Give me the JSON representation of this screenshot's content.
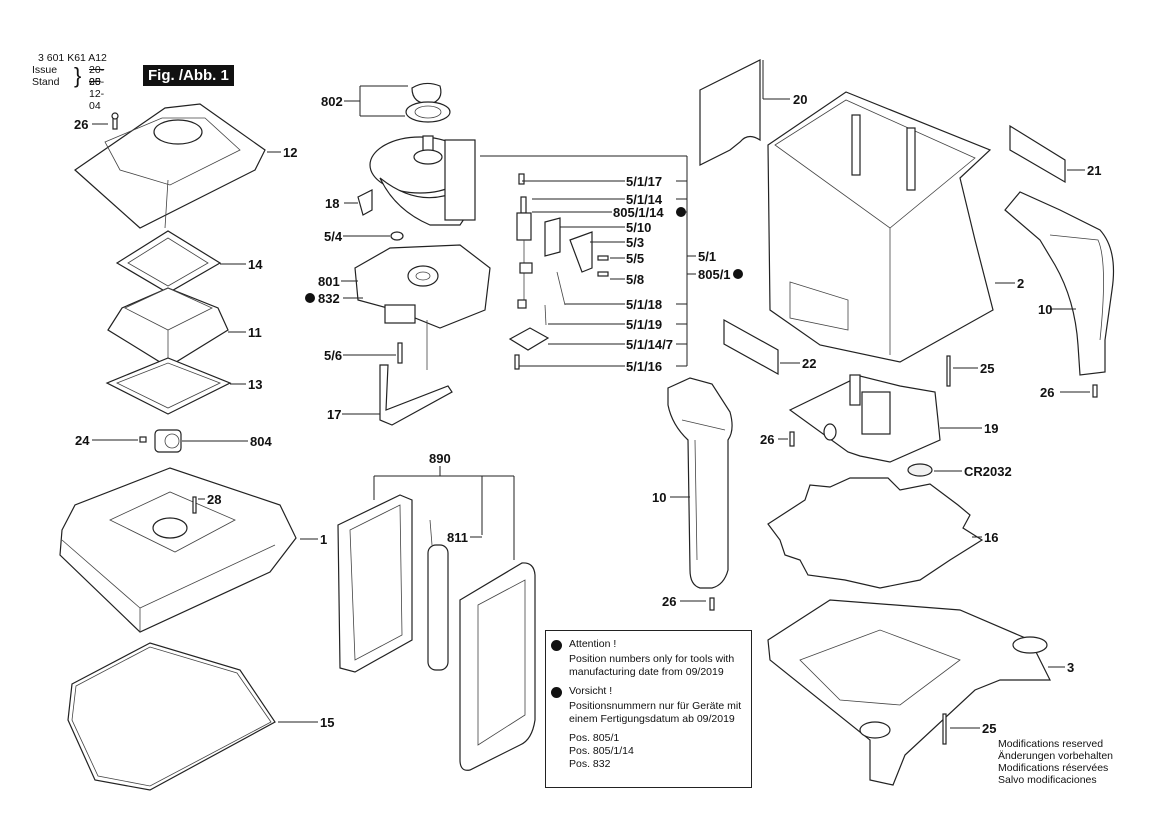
{
  "header": {
    "part_number": "3 601 K61 A12",
    "issue_label": "Issue",
    "stand_label": "Stand",
    "issue_old_date": "20-05",
    "issue_date": "20-12-04",
    "figure_label": "Fig. /Abb. 1"
  },
  "callouts": {
    "c802": "802",
    "c20": "20",
    "c26a": "26",
    "c12": "12",
    "c5_1_17": "5/1/17",
    "c5_1_14": "5/1/14",
    "c805_1_14": "805/1/14",
    "c18": "18",
    "c5_10": "5/10",
    "c5_3": "5/3",
    "c5_4": "5/4",
    "c5_5": "5/5",
    "c5_8": "5/8",
    "c5_1": "5/1",
    "c805_1": "805/1",
    "c21": "21",
    "c14": "14",
    "c801": "801",
    "c832": "832",
    "c2": "2",
    "c10a": "10",
    "c5_1_18": "5/1/18",
    "c5_1_19": "5/1/19",
    "c11": "11",
    "c5_6": "5/6",
    "c5_1_14_7": "5/1/14/7",
    "c5_1_16": "5/1/16",
    "c22": "22",
    "c25a": "25",
    "c13": "13",
    "c26b": "26",
    "c17": "17",
    "c19": "19",
    "c24": "24",
    "c804": "804",
    "c26c": "26",
    "c890": "890",
    "cCR2032": "CR2032",
    "c28": "28",
    "c10b": "10",
    "c811": "811",
    "c1": "1",
    "c16": "16",
    "c26d": "26",
    "c3": "3",
    "c15": "15",
    "c25b": "25"
  },
  "note": {
    "attention_title": "Attention !",
    "attention_line1": "Position numbers only for tools with",
    "attention_line2": "manufacturing date from 09/2019",
    "vorsicht_title": "Vorsicht !",
    "vorsicht_line1": "Positionsnummern nur für Geräte mit",
    "vorsicht_line2": "einem Fertigungsdatum ab 09/2019",
    "positions": [
      "Pos. 805/1",
      "Pos. 805/1/14",
      "Pos. 832"
    ]
  },
  "modifications": [
    "Modifications reserved",
    "Änderungen vorbehalten",
    "Modifications réservées",
    "Salvo modificaciones"
  ]
}
